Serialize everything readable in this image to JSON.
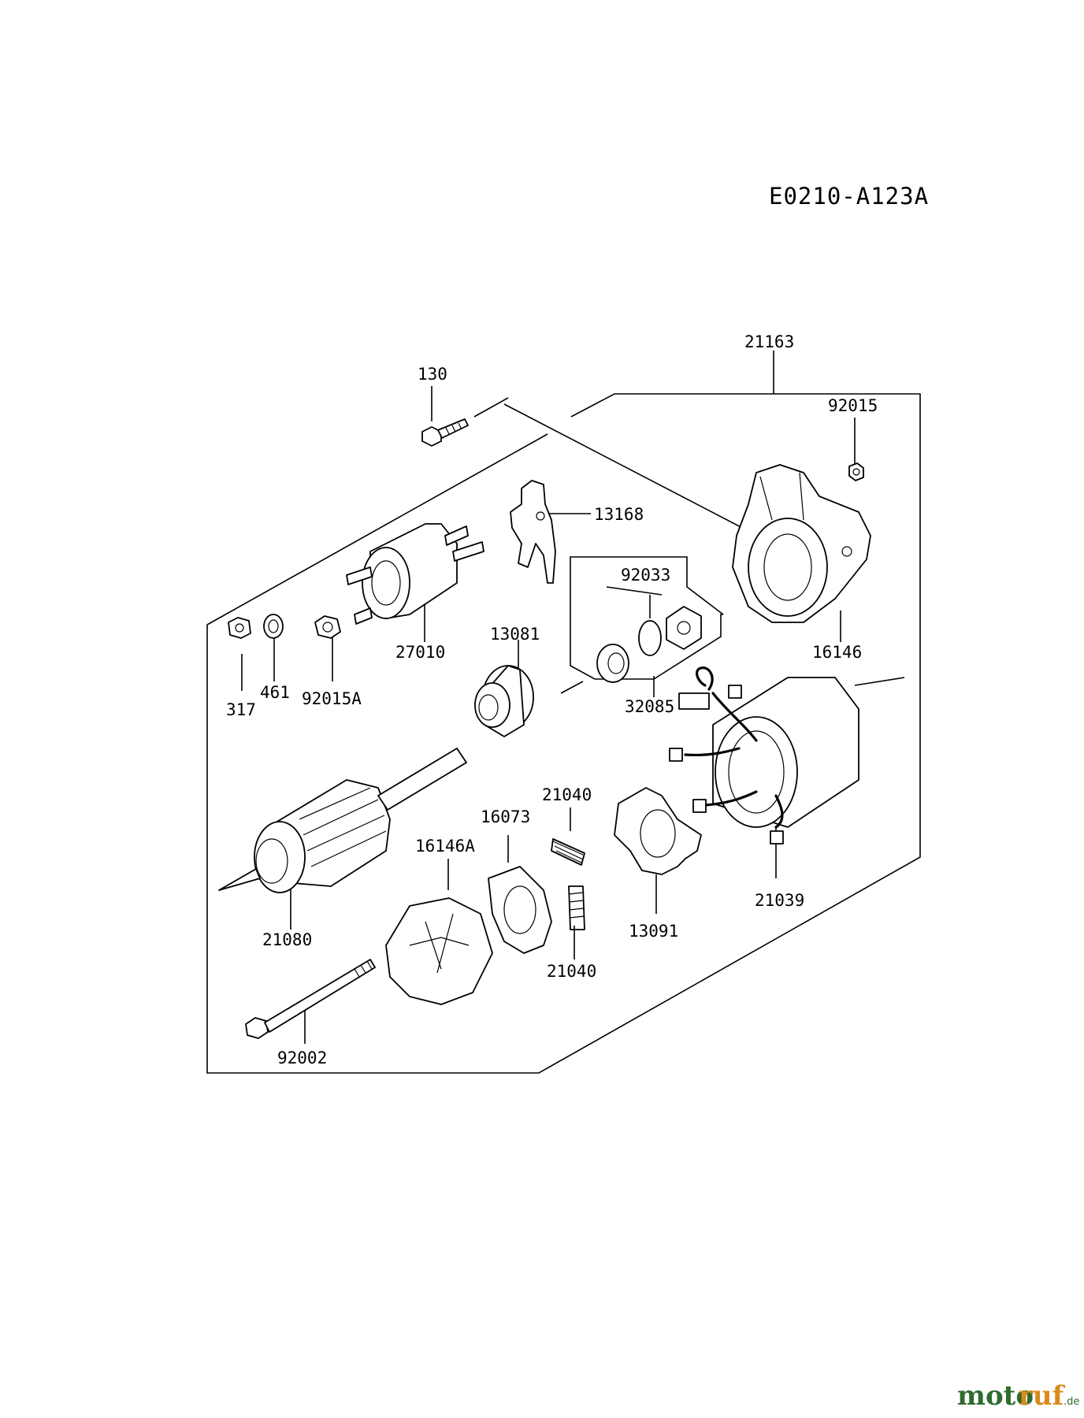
{
  "diagram": {
    "code": "E0210-A123A",
    "callouts": [
      {
        "id": "c21163",
        "text": "21163"
      },
      {
        "id": "c130",
        "text": "130"
      },
      {
        "id": "c92015",
        "text": "92015"
      },
      {
        "id": "c13168",
        "text": "13168"
      },
      {
        "id": "c92033",
        "text": "92033"
      },
      {
        "id": "c27010",
        "text": "27010"
      },
      {
        "id": "c16146",
        "text": "16146"
      },
      {
        "id": "c13081",
        "text": "13081"
      },
      {
        "id": "c317",
        "text": "317"
      },
      {
        "id": "c461",
        "text": "461"
      },
      {
        "id": "c92015A",
        "text": "92015A"
      },
      {
        "id": "c32085",
        "text": "32085"
      },
      {
        "id": "c21040a",
        "text": "21040"
      },
      {
        "id": "c16073",
        "text": "16073"
      },
      {
        "id": "c16146A",
        "text": "16146A"
      },
      {
        "id": "c21080",
        "text": "21080"
      },
      {
        "id": "c13091",
        "text": "13091"
      },
      {
        "id": "c21039",
        "text": "21039"
      },
      {
        "id": "c21040b",
        "text": "21040"
      },
      {
        "id": "c92002",
        "text": "92002"
      }
    ]
  },
  "watermark": {
    "part1": "moto",
    "part2": "ruf",
    "suffix": ".de"
  }
}
